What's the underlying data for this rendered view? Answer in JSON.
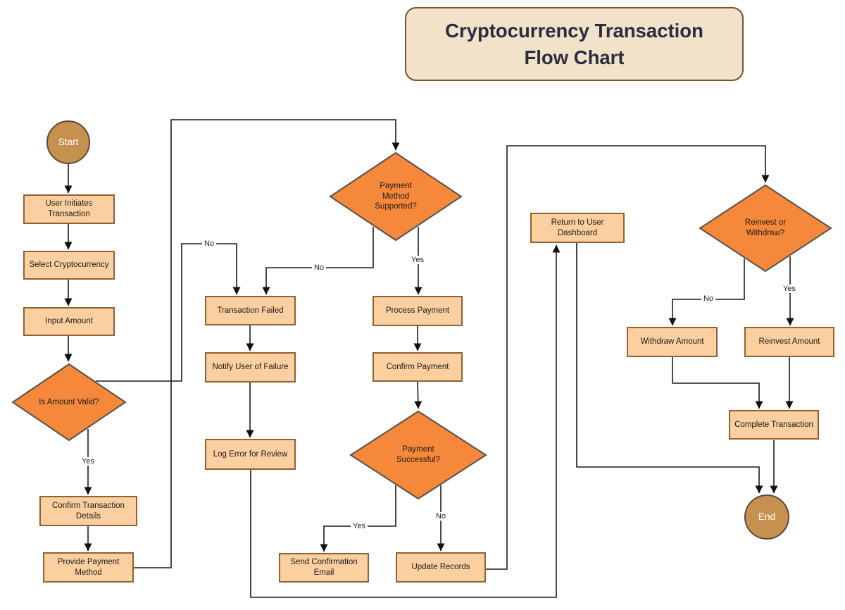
{
  "title": {
    "text": "Cryptocurrency Transaction Flow Chart"
  },
  "colors": {
    "process_fill": "#fbcf9f",
    "process_border": "#8f6134",
    "decision_fill": "#f5883b",
    "decision_border": "#57524a",
    "terminal_fill": "#c6904f",
    "terminal_border": "#5e4b33",
    "title_fill": "#f2e2ca",
    "title_border": "#7a5128",
    "connector": "#1a1a1a"
  },
  "nodes": {
    "start": {
      "label": "Start",
      "type": "terminal"
    },
    "user_initiates": {
      "label": "User Initiates Transaction",
      "type": "process"
    },
    "select_crypto": {
      "label": "Select Cryptocurrency",
      "type": "process"
    },
    "input_amount": {
      "label": "Input Amount",
      "type": "process"
    },
    "is_amount_valid": {
      "label": "Is Amount Valid?",
      "type": "decision"
    },
    "confirm_details": {
      "label": "Confirm Transaction Details",
      "type": "process"
    },
    "provide_payment": {
      "label": "Provide Payment Method",
      "type": "process"
    },
    "transaction_failed": {
      "label": "Transaction Failed",
      "type": "process"
    },
    "notify_failure": {
      "label": "Notify User of Failure",
      "type": "process"
    },
    "log_error": {
      "label": "Log Error for Review",
      "type": "process"
    },
    "payment_supported": {
      "label": "Payment Method Supported?",
      "type": "decision"
    },
    "process_payment": {
      "label": "Process Payment",
      "type": "process"
    },
    "confirm_payment": {
      "label": "Confirm Payment",
      "type": "process"
    },
    "payment_successful": {
      "label": "Payment Successful?",
      "type": "decision"
    },
    "send_email": {
      "label": "Send Confirmation Email",
      "type": "process"
    },
    "update_records": {
      "label": "Update Records",
      "type": "process"
    },
    "return_dashboard": {
      "label": "Return to User Dashboard",
      "type": "process"
    },
    "reinvest_withdraw": {
      "label": "Reinvest or Withdraw?",
      "type": "decision"
    },
    "withdraw_amount": {
      "label": "Withdraw Amount",
      "type": "process"
    },
    "reinvest_amount": {
      "label": "Reinvest Amount",
      "type": "process"
    },
    "complete_transaction": {
      "label": "Complete Transaction",
      "type": "process"
    },
    "end": {
      "label": "End",
      "type": "terminal"
    }
  },
  "edge_labels": {
    "valid_yes": "Yes",
    "valid_no": "No",
    "supported_yes": "Yes",
    "supported_no": "No",
    "success_yes": "Yes",
    "success_no": "No",
    "reinvest_yes": "Yes",
    "reinvest_no": "No"
  }
}
